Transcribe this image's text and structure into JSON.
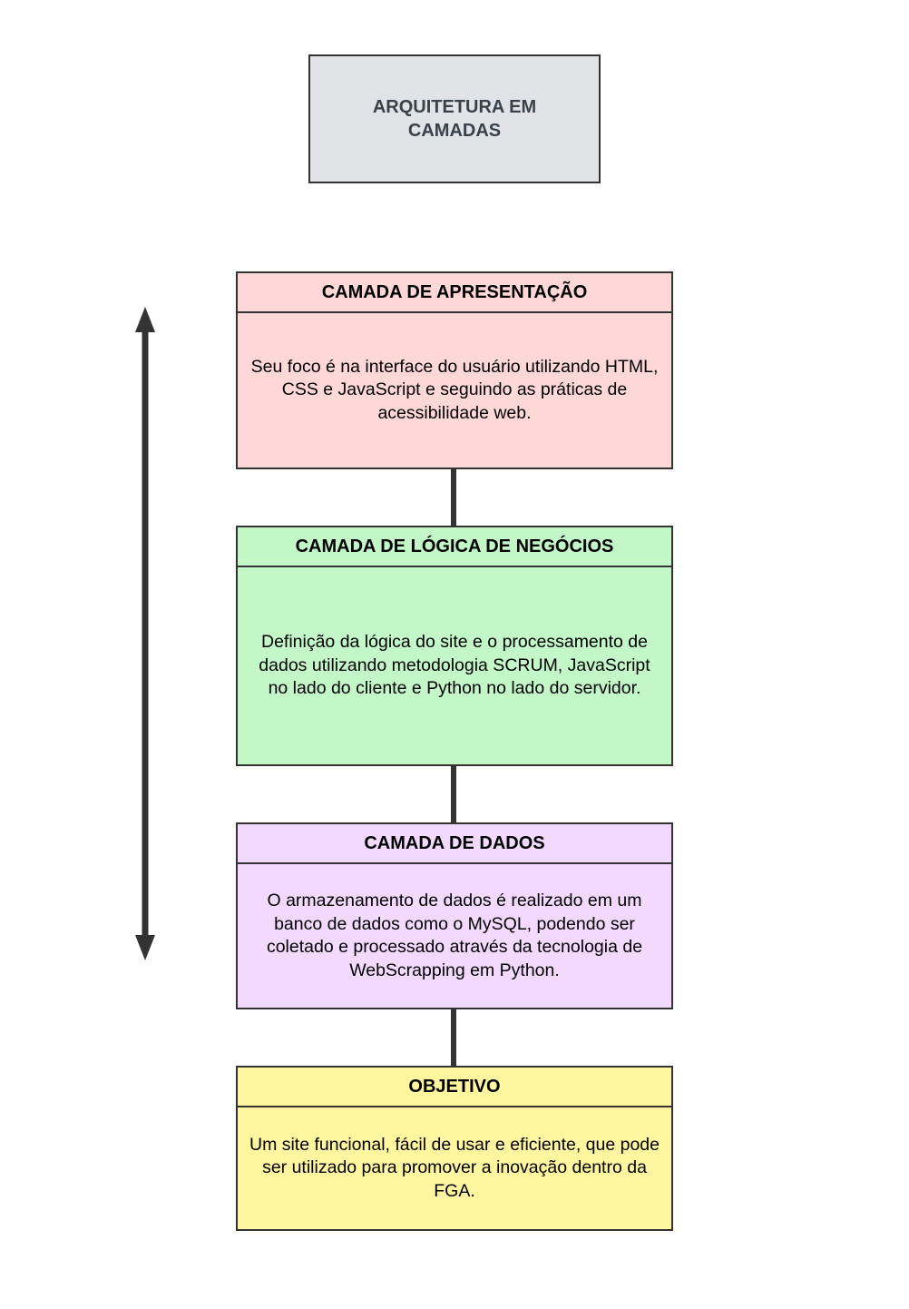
{
  "title": {
    "text": "ARQUITETURA EM CAMADAS",
    "fill": "#e1e3e6"
  },
  "layers": [
    {
      "header": "CAMADA DE APRESENTAÇÃO",
      "body": "Seu foco é na interface do usuário utilizando HTML, CSS e JavaScript e seguindo as práticas de acessibilidade web.",
      "fill": "#fed7d7"
    },
    {
      "header": "CAMADA DE LÓGICA DE NEGÓCIOS",
      "body": "Definição da lógica do site e o processamento de dados utilizando metodologia SCRUM, JavaScript no lado do cliente e Python no lado do servidor.",
      "fill": "#c3f7c8"
    },
    {
      "header": "CAMADA DE DADOS",
      "body": "O armazenamento de dados é realizado em um banco de dados como o MySQL, podendo ser coletado e processado através da tecnologia de WebScrapping em Python.",
      "fill": "#f2d9fd"
    },
    {
      "header": "OBJETIVO",
      "body": "Um site funcional, fácil de usar e eficiente, que pode ser utilizado para promover a inovação dentro da FGA.",
      "fill": "#fff69f"
    }
  ],
  "edges": [
    {
      "from": "CAMADA DE APRESENTAÇÃO",
      "to": "CAMADA DE LÓGICA DE NEGÓCIOS"
    },
    {
      "from": "CAMADA DE LÓGICA DE NEGÓCIOS",
      "to": "CAMADA DE DADOS"
    },
    {
      "from": "CAMADA DE DADOS",
      "to": "OBJETIVO"
    }
  ],
  "side_arrow": {
    "type": "double-headed",
    "icon": "double-arrow-icon",
    "color": "#333333"
  },
  "colors": {
    "border": "#333333",
    "title_text": "#3a414a"
  }
}
